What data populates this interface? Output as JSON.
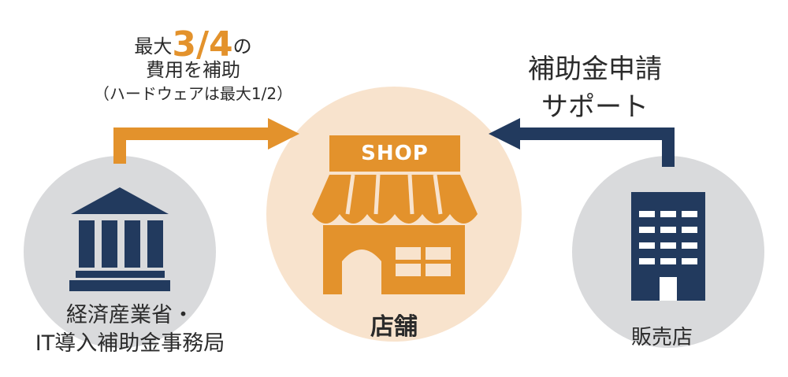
{
  "colors": {
    "orange": "#e3922c",
    "navy": "#223a5e",
    "gray_circle": "#d9dadc",
    "peach_circle": "#f8e3cd",
    "text": "#2b2b2b"
  },
  "subsidy": {
    "prefix": "最大",
    "ratio": "3/4",
    "suffix": "の",
    "line2": "費用を補助",
    "line3": "（ハードウェアは最大1/2）"
  },
  "support": {
    "line1": "補助金申請",
    "line2": "サポート"
  },
  "ministry": {
    "icon": "government-building-icon",
    "line1": "経済産業省・",
    "line2": "IT導入補助金事務局"
  },
  "shop": {
    "icon": "storefront-icon",
    "sign": "SHOP",
    "label": "店舗"
  },
  "vendor": {
    "icon": "office-building-icon",
    "label": "販売店"
  }
}
